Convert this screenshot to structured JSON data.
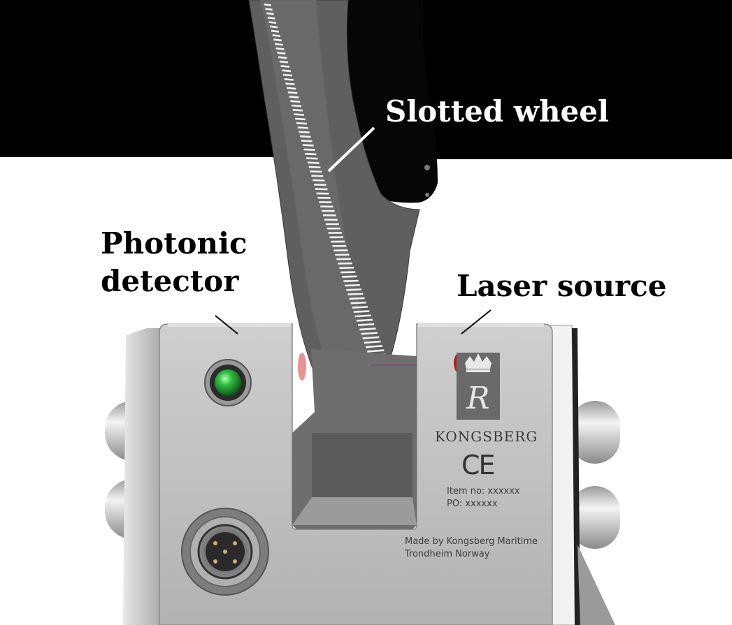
{
  "labels": {
    "slotted_wheel": "Slotted wheel",
    "photonic_detector_line1": "Photonic",
    "photonic_detector_line2": "detector",
    "laser_source": "Laser source"
  },
  "device_plate": {
    "brand": "KONGSBERG",
    "certification": "CE",
    "item_no": "Item no: xxxxxx",
    "po": "PO: xxxxxx",
    "made_by_line1": "Made by Kongsberg Maritime",
    "made_by_line2": "Trondheim Norway"
  },
  "colors": {
    "background_dark": "#000000",
    "wheel": "#5f5f5f",
    "housing": "#bdbdbd",
    "indicator_led": "#1f9a2e"
  },
  "icons": [
    "kongsberg-crown-logo-icon",
    "ce-mark-icon"
  ]
}
